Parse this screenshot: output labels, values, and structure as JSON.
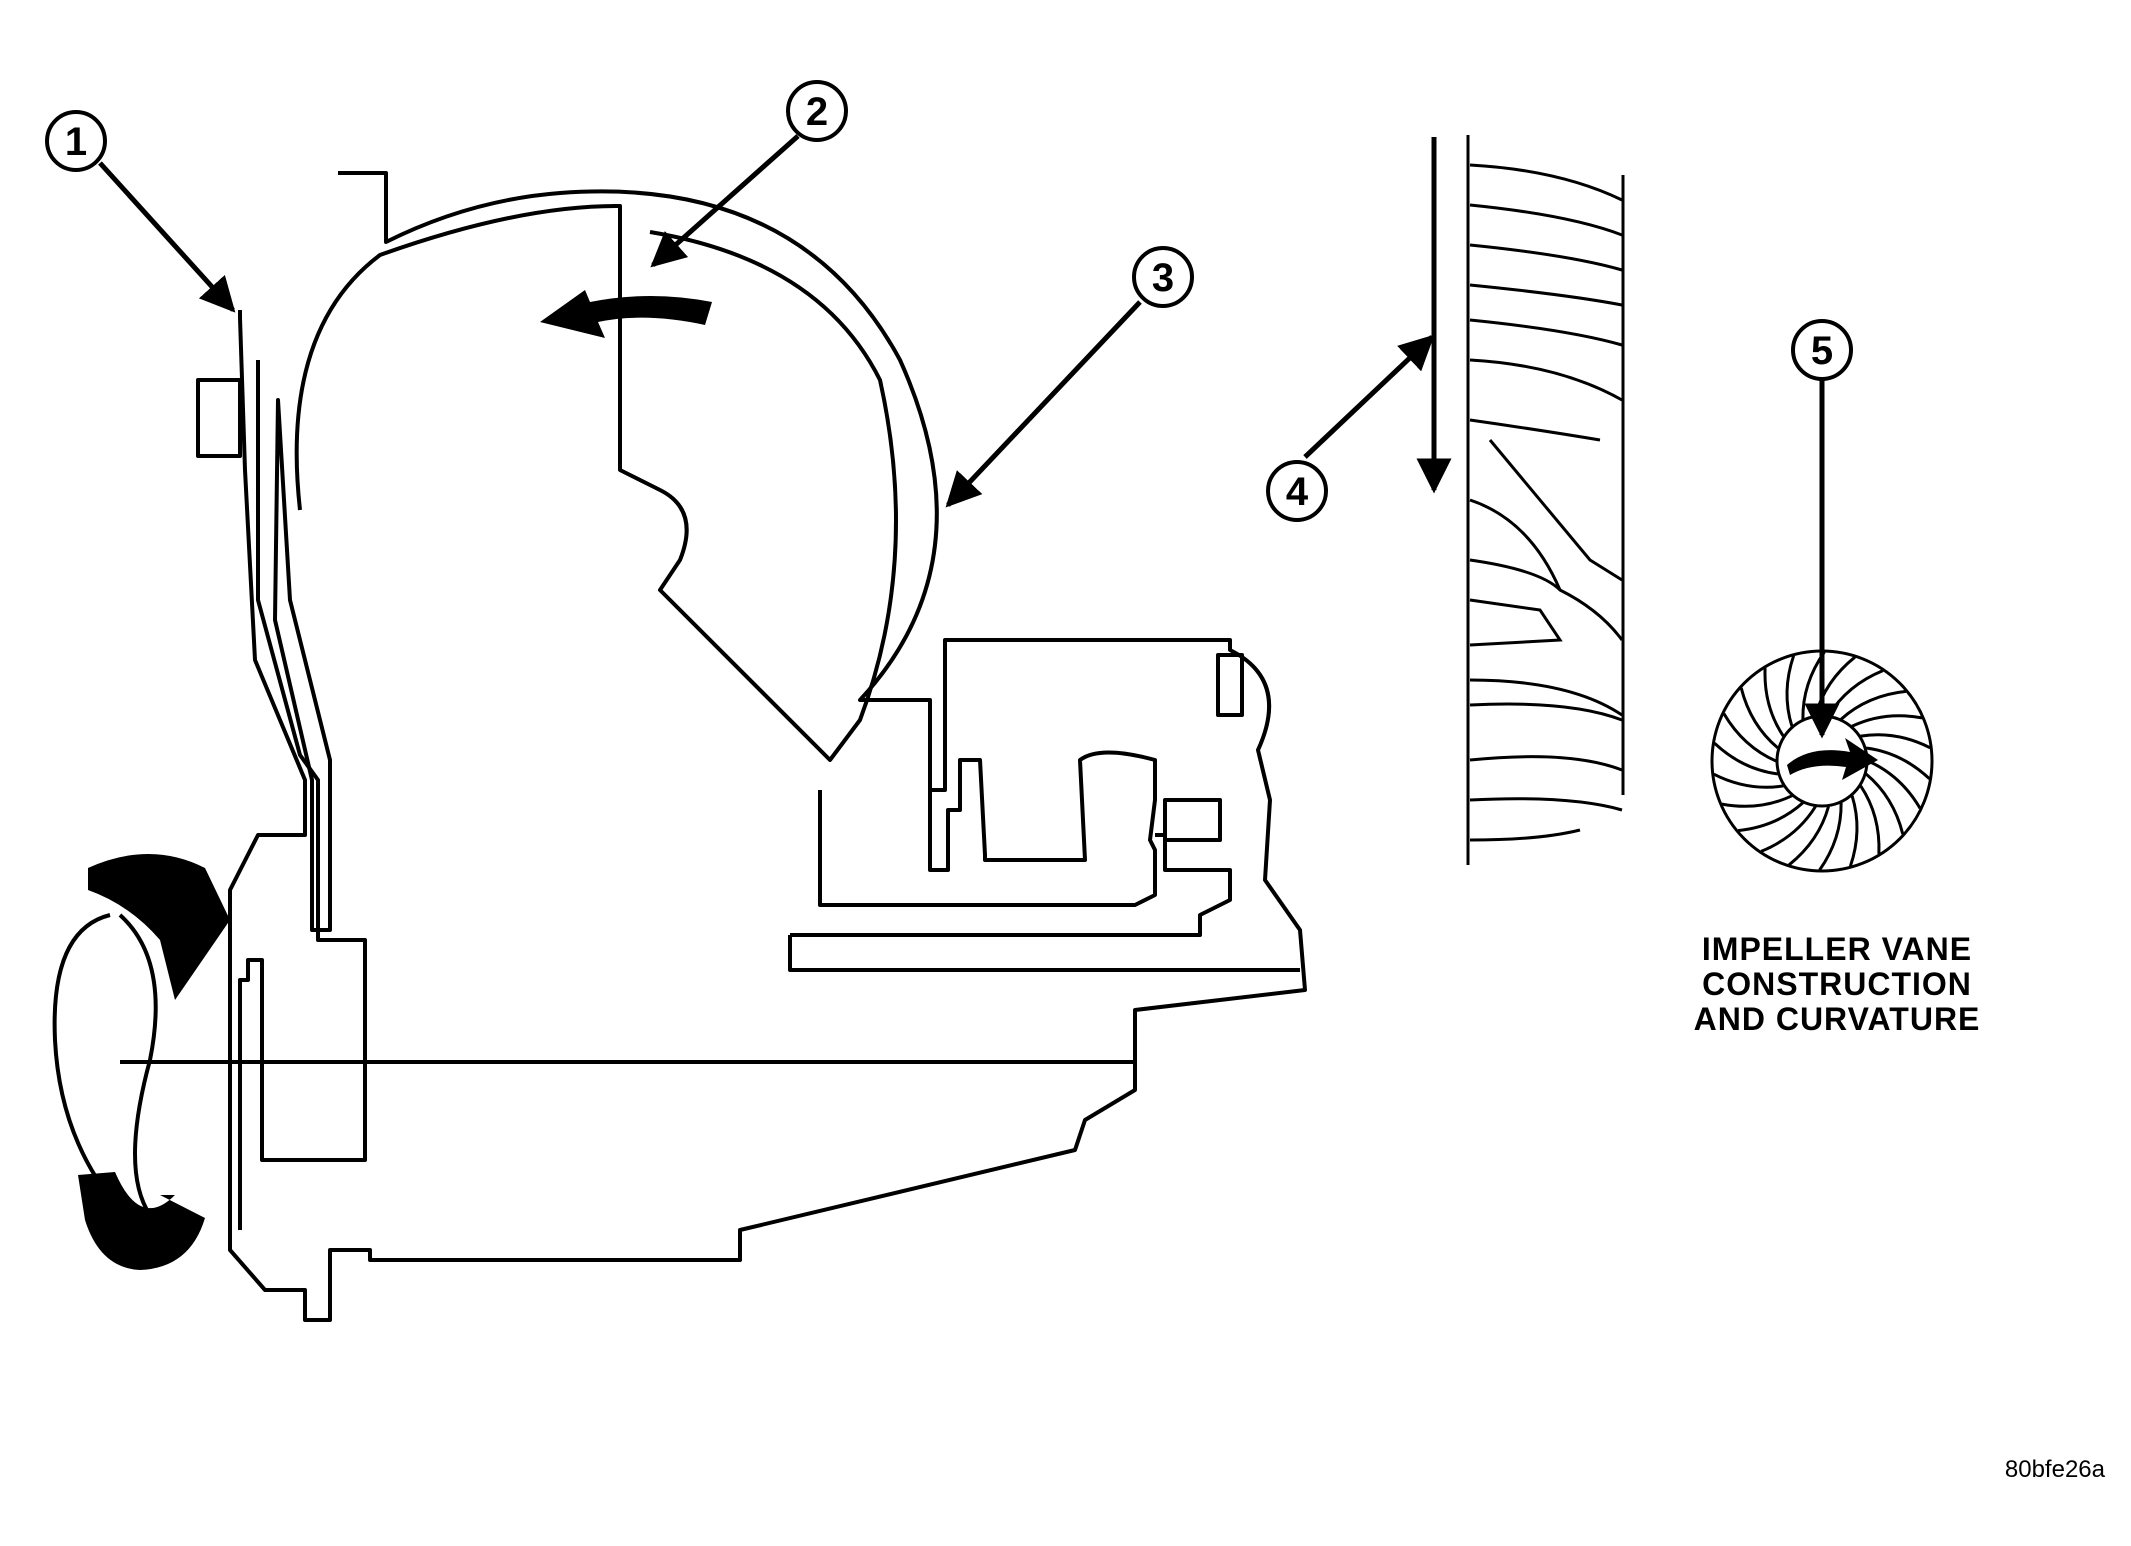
{
  "callouts": [
    {
      "id": "1",
      "label": "1"
    },
    {
      "id": "2",
      "label": "2"
    },
    {
      "id": "3",
      "label": "3"
    },
    {
      "id": "4",
      "label": "4"
    },
    {
      "id": "5",
      "label": "5"
    }
  ],
  "caption": {
    "line1": "IMPELLER VANE",
    "line2": "CONSTRUCTION",
    "line3": "AND CURVATURE"
  },
  "figure_id": "80bfe26a",
  "colors": {
    "ink": "#000000",
    "paper": "#ffffff"
  }
}
